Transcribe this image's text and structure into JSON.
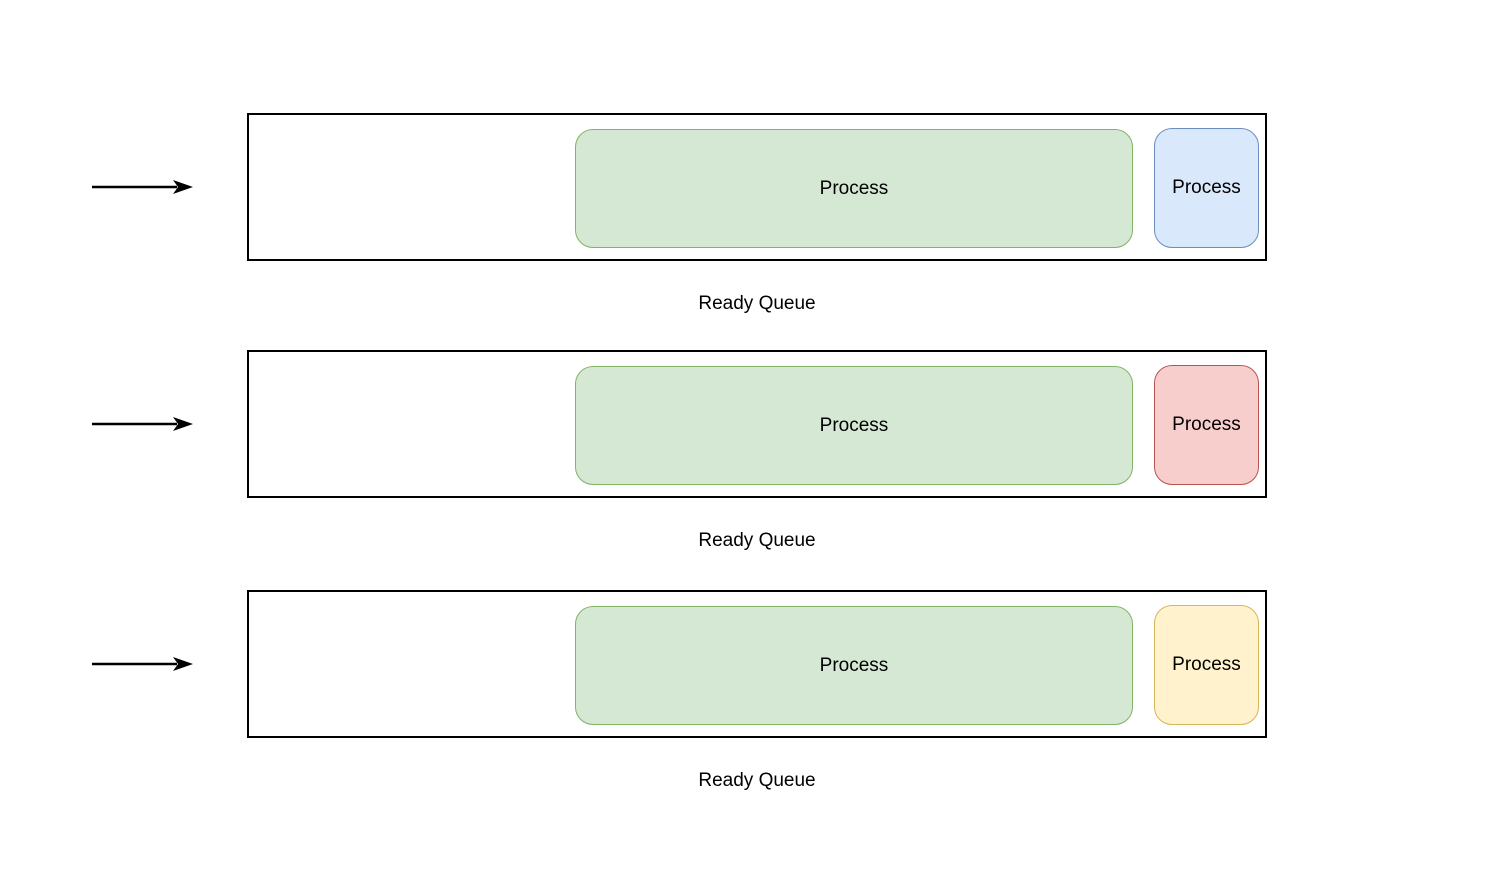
{
  "canvas": {
    "background": "#ffffff",
    "outline_color": "#000000",
    "text_color": "#000000"
  },
  "diagram": {
    "type": "queue-diagram",
    "queues": [
      {
        "name": "queue-1",
        "label": "Ready Queue",
        "arrow": {
          "icon": "right-arrow",
          "color": "#000000"
        },
        "processes": [
          {
            "label": "Process",
            "size": "large",
            "fill": "#d5e8d4",
            "stroke": "#82b366"
          },
          {
            "label": "Process",
            "size": "small",
            "fill": "#dae8fc",
            "stroke": "#6c8ebf"
          }
        ]
      },
      {
        "name": "queue-2",
        "label": "Ready Queue",
        "arrow": {
          "icon": "right-arrow",
          "color": "#000000"
        },
        "processes": [
          {
            "label": "Process",
            "size": "large",
            "fill": "#d5e8d4",
            "stroke": "#82b366"
          },
          {
            "label": "Process",
            "size": "small",
            "fill": "#f8cecc",
            "stroke": "#b85450"
          }
        ]
      },
      {
        "name": "queue-3",
        "label": "Ready Queue",
        "arrow": {
          "icon": "right-arrow",
          "color": "#000000"
        },
        "processes": [
          {
            "label": "Process",
            "size": "large",
            "fill": "#d5e8d4",
            "stroke": "#82b366"
          },
          {
            "label": "Process",
            "size": "small",
            "fill": "#fff2cc",
            "stroke": "#d6b656"
          }
        ]
      }
    ]
  }
}
